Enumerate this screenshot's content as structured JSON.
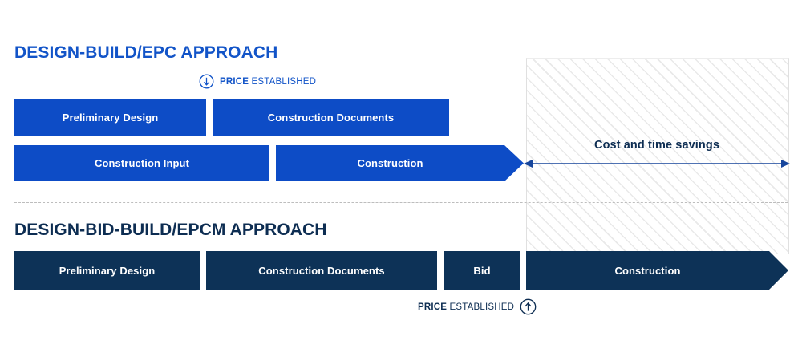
{
  "diagram": {
    "type": "process-timeline-comparison",
    "colors": {
      "epc_blue": "#0d4cc6",
      "epcm_navy": "#0d3257",
      "title_blue": "#1254c8",
      "title_navy": "#0d2d52",
      "hatch_grey": "#e9e9e9",
      "divider_grey": "#bdbdbd"
    },
    "sections": [
      {
        "id": "epc",
        "title": "DESIGN-BUILD/EPC APPROACH",
        "price_marker": {
          "strong": "PRICE",
          "rest": " ESTABLISHED",
          "icon": "circle-arrow-down-icon",
          "direction": "down"
        },
        "rows": [
          {
            "id": "epc-row-1",
            "bars": [
              {
                "label": "Preliminary Design",
                "shape": "rect"
              },
              {
                "label": "Construction Documents",
                "shape": "rect"
              }
            ]
          },
          {
            "id": "epc-row-2",
            "bars": [
              {
                "label": "Construction Input",
                "shape": "rect"
              },
              {
                "label": "Construction",
                "shape": "arrow"
              }
            ]
          }
        ]
      },
      {
        "id": "epcm",
        "title": "DESIGN-BID-BUILD/EPCM APPROACH",
        "price_marker": {
          "strong": "PRICE",
          "rest": " ESTABLISHED",
          "icon": "circle-arrow-up-icon",
          "direction": "up"
        },
        "rows": [
          {
            "id": "epcm-row-1",
            "bars": [
              {
                "label": "Preliminary Design",
                "shape": "rect"
              },
              {
                "label": "Construction Documents",
                "shape": "rect"
              },
              {
                "label": "Bid",
                "shape": "rect"
              },
              {
                "label": "Construction",
                "shape": "arrow"
              }
            ]
          }
        ]
      }
    ],
    "savings": {
      "label": "Cost and time savings",
      "arrow_icon": "double-headed-arrow-icon"
    }
  }
}
